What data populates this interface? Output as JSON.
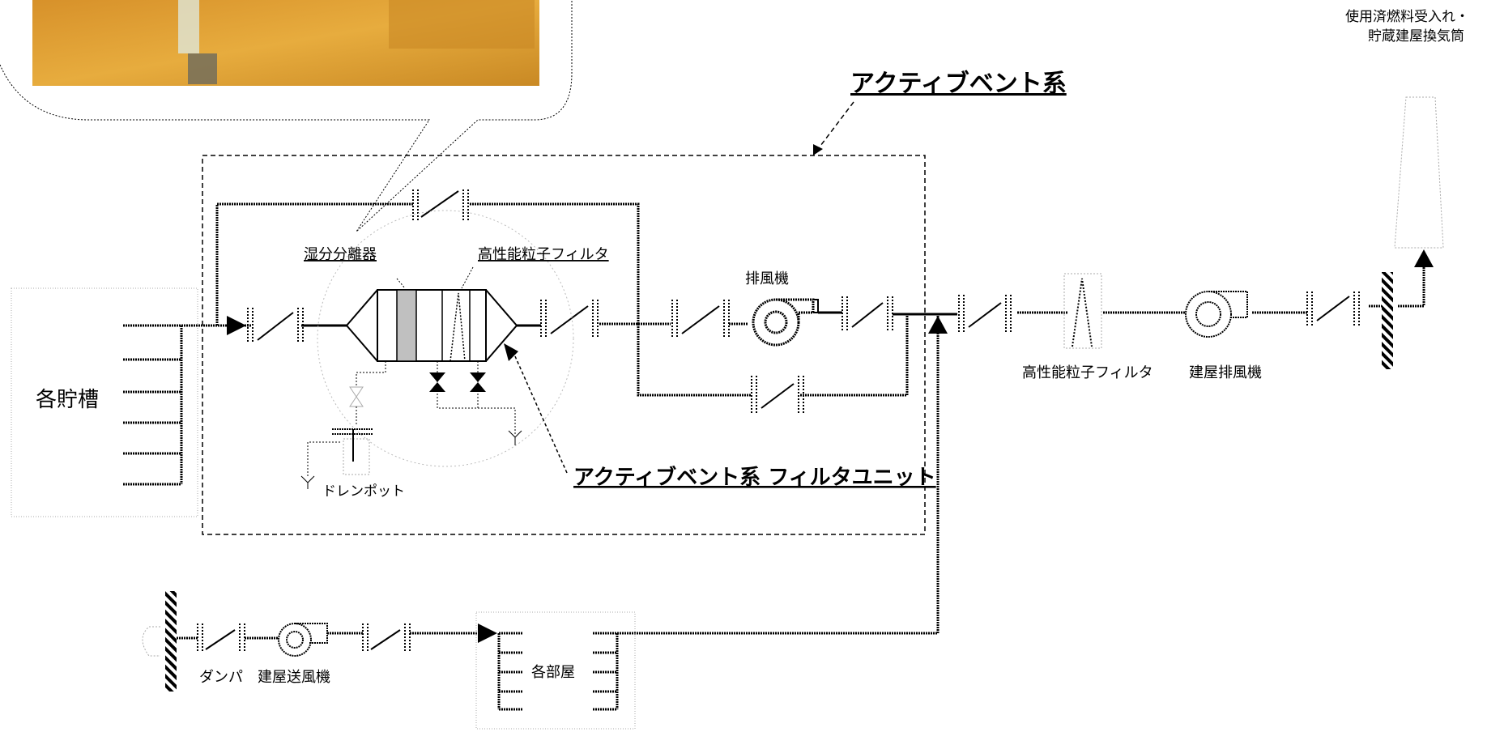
{
  "labels": {
    "active_vent_system": "アクティブベント系",
    "active_vent_filter_unit": "アクティブベント系 フィルタユニット",
    "moisture_separator": "湿分分離器",
    "hepa_filter_in_unit": "高性能粒子フィルタ",
    "exhaust_fan": "排風機",
    "storage_tanks": "各貯槽",
    "drain_pot": "ドレンポット",
    "hepa_filter_building": "高性能粒子フィルタ",
    "building_exhaust_fan": "建屋排風機",
    "stack_line1": "使用済燃料受入れ・",
    "stack_line2": "貯蔵建屋換気筒",
    "damper": "ダンパ",
    "building_supply_fan": "建屋送風機",
    "rooms": "各部屋"
  },
  "colors": {
    "line": "#000000",
    "photo_orange": "#e3a232",
    "filter_gray": "#c0c0c0",
    "dotted_gray": "#b0b0b0"
  }
}
